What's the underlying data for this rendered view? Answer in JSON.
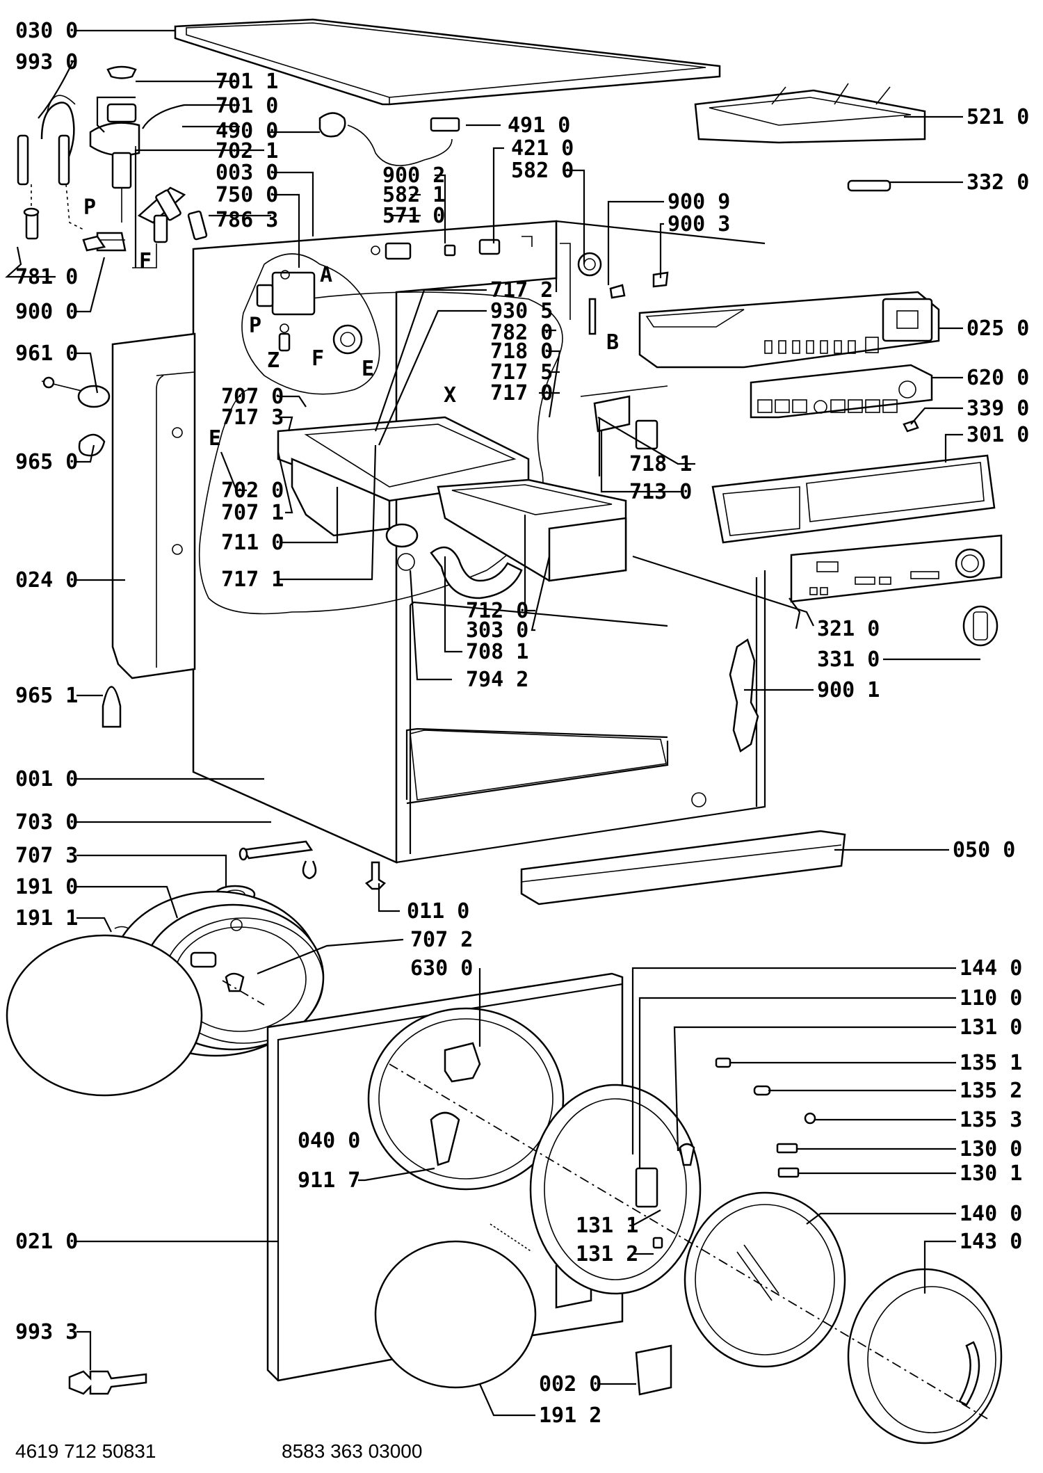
{
  "labels": [
    {
      "text": "030 0"
    },
    {
      "text": "993 0"
    },
    {
      "text": "701 1"
    },
    {
      "text": "701 0"
    },
    {
      "text": "490 0"
    },
    {
      "text": "702 1"
    },
    {
      "text": "003 0"
    },
    {
      "text": "750 0"
    },
    {
      "text": "786 3"
    },
    {
      "text": "781 0"
    },
    {
      "text": "900 0"
    },
    {
      "text": "961 0"
    },
    {
      "text": "965 0"
    },
    {
      "text": "024 0"
    },
    {
      "text": "965 1"
    },
    {
      "text": "001 0"
    },
    {
      "text": "703 0"
    },
    {
      "text": "707 3"
    },
    {
      "text": "191 0"
    },
    {
      "text": "191 1"
    },
    {
      "text": "021 0"
    },
    {
      "text": "993 3"
    },
    {
      "text": "491 0"
    },
    {
      "text": "421 0"
    },
    {
      "text": "582 0"
    },
    {
      "text": "900 2"
    },
    {
      "text": "582 1"
    },
    {
      "text": "571 0"
    },
    {
      "text": "521 0"
    },
    {
      "text": "332 0"
    },
    {
      "text": "900 9"
    },
    {
      "text": "900 3"
    },
    {
      "text": "717 2"
    },
    {
      "text": "930 5"
    },
    {
      "text": "782 0"
    },
    {
      "text": "718 0"
    },
    {
      "text": "717 5"
    },
    {
      "text": "717 0"
    },
    {
      "text": "707 0"
    },
    {
      "text": "717 3"
    },
    {
      "text": "702 0"
    },
    {
      "text": "707 1"
    },
    {
      "text": "711 0"
    },
    {
      "text": "717 1"
    },
    {
      "text": "712 0"
    },
    {
      "text": "303 0"
    },
    {
      "text": "708 1"
    },
    {
      "text": "794 2"
    },
    {
      "text": "718 1"
    },
    {
      "text": "713 0"
    },
    {
      "text": "025 0"
    },
    {
      "text": "620 0"
    },
    {
      "text": "339 0"
    },
    {
      "text": "301 0"
    },
    {
      "text": "321 0"
    },
    {
      "text": "331 0"
    },
    {
      "text": "900 1"
    },
    {
      "text": "050 0"
    },
    {
      "text": "011 0"
    },
    {
      "text": "707 2"
    },
    {
      "text": "630 0"
    },
    {
      "text": "040 0"
    },
    {
      "text": "911 7"
    },
    {
      "text": "144 0"
    },
    {
      "text": "110 0"
    },
    {
      "text": "131 0"
    },
    {
      "text": "135 1"
    },
    {
      "text": "135 2"
    },
    {
      "text": "135 3"
    },
    {
      "text": "130 0"
    },
    {
      "text": "130 1"
    },
    {
      "text": "140 0"
    },
    {
      "text": "143 0"
    },
    {
      "text": "131 1"
    },
    {
      "text": "131 2"
    },
    {
      "text": "002 0"
    },
    {
      "text": "191 2"
    }
  ],
  "letters": [
    "P",
    "F",
    "A",
    "P",
    "Z",
    "F",
    "E",
    "B",
    "X",
    "E"
  ],
  "footer": {
    "left": "4619 712 50831",
    "right": "8583 363 03000"
  }
}
